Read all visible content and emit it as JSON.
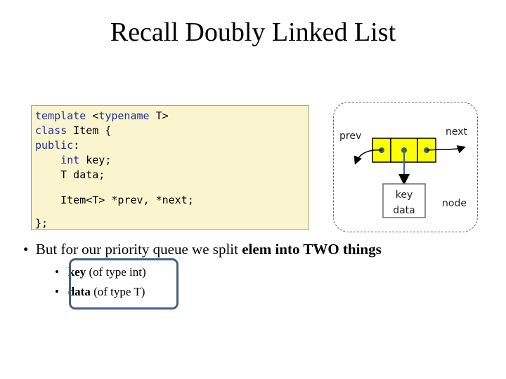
{
  "title": "Recall Doubly Linked List",
  "code": {
    "line1": {
      "kw1": "template",
      "t1": " <",
      "kw2": "typename",
      "t2": " T>"
    },
    "line2": {
      "kw1": "class",
      "t1": " Item {"
    },
    "line3": {
      "kw1": "public",
      "t1": ":"
    },
    "line4": {
      "indent": "    ",
      "kw1": "int",
      "t1": " key;"
    },
    "line5": {
      "indent": "    ",
      "t1": "T data;"
    },
    "line6": {
      "indent": "    ",
      "t1": "Item<T> *prev, *next;"
    },
    "line7": {
      "t1": "};"
    }
  },
  "diagram": {
    "prev_label": "prev",
    "next_label": "next",
    "key_label": "key",
    "data_label": "data",
    "node_label": "node",
    "cell_fill": "#ffff00",
    "dot_color": "#3a6075"
  },
  "bullet": {
    "marker": "•",
    "text_before": "But for our priority queue we split ",
    "bold_text": "elem into TWO things"
  },
  "sub_bullets": [
    {
      "marker": "•",
      "bold": "key",
      "rest": "  (of type int)"
    },
    {
      "marker": "•",
      "bold": "data",
      "rest": " (of type T)"
    }
  ],
  "colors": {
    "code_bg": "#fbf5cf",
    "keyword": "#1f2f9a",
    "callout_border": "#45617f"
  }
}
